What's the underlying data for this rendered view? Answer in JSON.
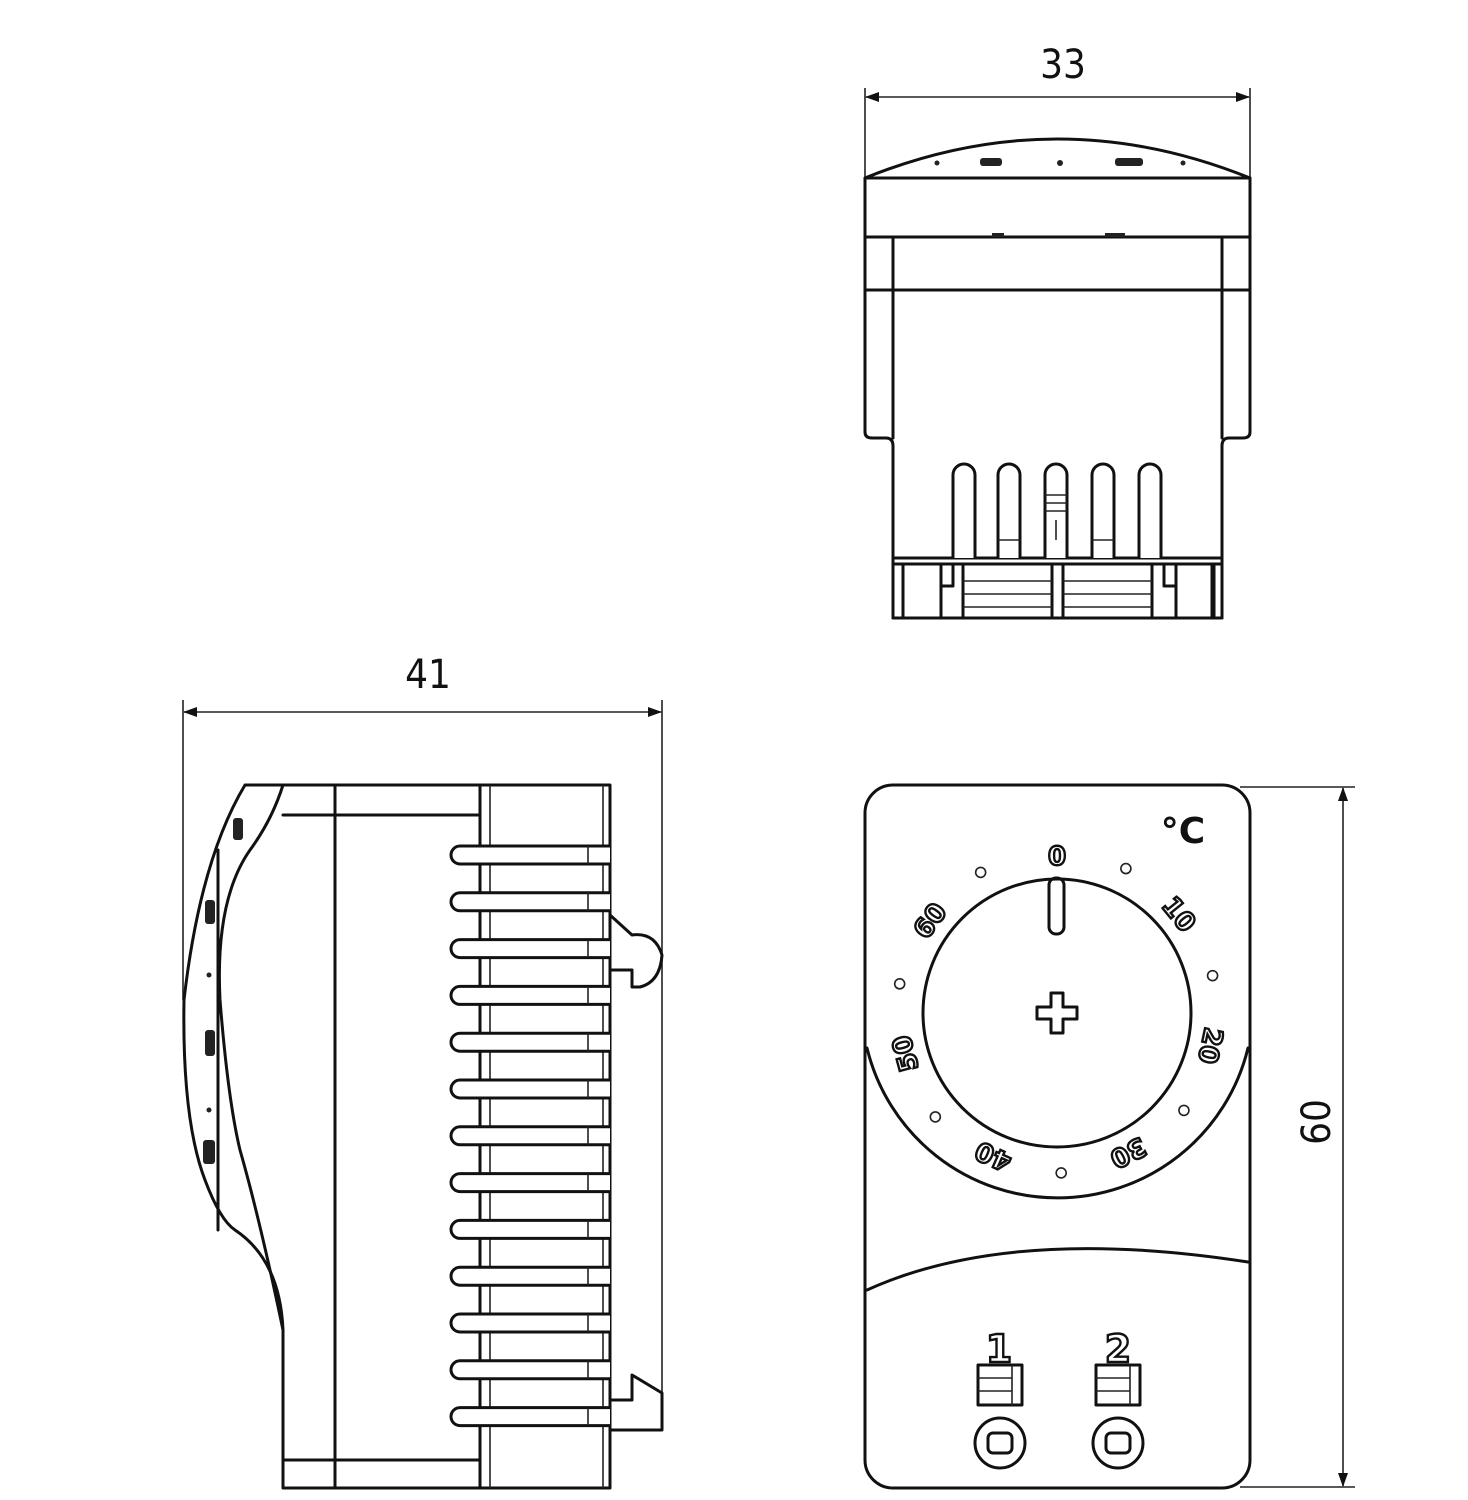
{
  "dimensions": {
    "width_top_view": "33",
    "depth_side_view": "41",
    "height_front_view": "60"
  },
  "dial": {
    "unit": "°C",
    "scale_labels": [
      "0",
      "10",
      "20",
      "30",
      "40",
      "50",
      "60"
    ]
  },
  "terminals": {
    "labels": [
      "1",
      "2"
    ]
  },
  "colors": {
    "line": "#111111",
    "background": "#ffffff"
  }
}
